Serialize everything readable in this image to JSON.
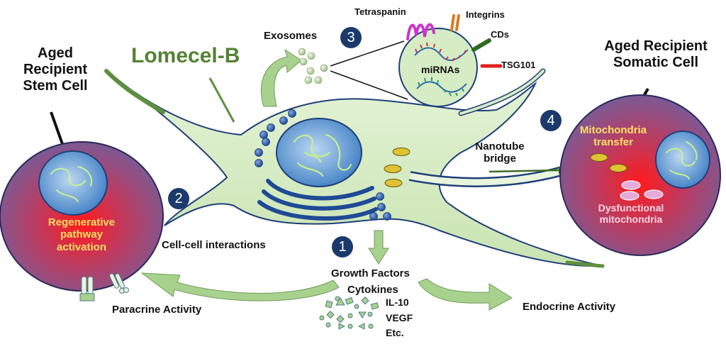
{
  "colors": {
    "cell_green": "#d6ecc4",
    "cell_outline": "#1f3f7a",
    "arrow_green": "#a9d18e",
    "label_green": "#548235",
    "badge_navy": "#1b3a6b",
    "recipient_purple": "#7a4f86",
    "recipient_red": "#ff1a1a",
    "nucleus_blue": "#4f8fd0",
    "yellow_text": "#ffe066",
    "pink_text": "#ffd6e6",
    "tetraspanin": "#cc33cc",
    "integrins": "#d97a22",
    "cds": "#2e6b1f",
    "tsg101": "#e01e1e"
  },
  "labels": {
    "lomecel": "Lomecel-B",
    "stem_cell": [
      "Aged",
      "Recipient",
      "Stem Cell"
    ],
    "somatic_cell": [
      "Aged Recipient",
      "Somatic Cell"
    ],
    "exosomes": "Exosomes",
    "tetraspanin": "Tetraspanin",
    "integrins": "Integrins",
    "cds": "CDs",
    "tsg101": "TSG101",
    "mirnas": "miRNAs",
    "nanotube": [
      "Nanotube",
      "bridge"
    ],
    "mito_transfer": [
      "Mitochondria",
      "transfer"
    ],
    "dysfunctional": [
      "Dysfunctional",
      "mitochondria"
    ],
    "regenerative": [
      "Regenerative",
      "pathway",
      "activation"
    ],
    "cell_cell": "Cell-cell interactions",
    "growth_factors": "Growth Factors",
    "cytokines": "Cytokines",
    "il10": "IL-10",
    "vegf": "VEGF",
    "etc": "Etc.",
    "paracrine": "Paracrine Activity",
    "endocrine": "Endocrine Activity"
  },
  "steps": [
    {
      "number": "1",
      "meaning": "growth-factors-cytokines"
    },
    {
      "number": "2",
      "meaning": "cell-cell-interactions"
    },
    {
      "number": "3",
      "meaning": "exosomes"
    },
    {
      "number": "4",
      "meaning": "mitochondria-transfer"
    }
  ]
}
